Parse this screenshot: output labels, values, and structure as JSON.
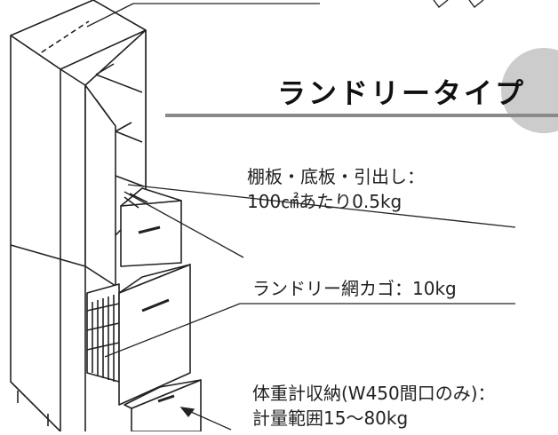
{
  "title": "ランドリータイプ",
  "annotations": {
    "shelf_line1": "棚板・底板・引出し：",
    "shelf_line2": "100㎠あたり0.5kg",
    "basket": "ランドリー網カゴ：10kg",
    "scale_line1": "体重計収納(W450間口のみ)：",
    "scale_line2": "計量範囲15〜80kg"
  },
  "colors": {
    "accent_circle": "#cccccc",
    "line": "#222222",
    "rule": "#8a8a8a",
    "text": "#222222"
  }
}
